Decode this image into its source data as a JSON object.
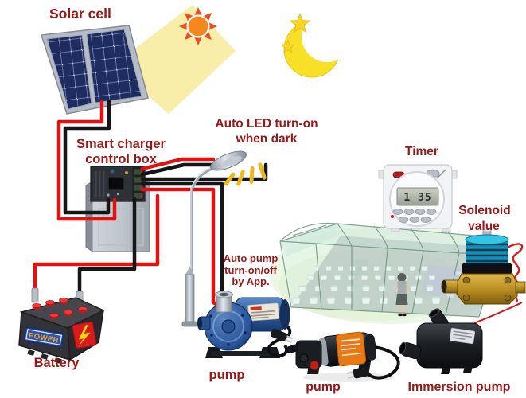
{
  "labels": {
    "solar_cell": "Solar cell",
    "smart_charger": [
      "Smart charger",
      "control box"
    ],
    "auto_led": [
      "Auto LED turn-on",
      "when dark"
    ],
    "timer": "Timer",
    "solenoid": [
      "Solenoid",
      "value"
    ],
    "auto_pump": [
      "Auto pump",
      "turn-on/off",
      "by App."
    ],
    "pump_centrifugal": "pump",
    "pump_diaphragm": "pump",
    "immersion_pump": "Immersion pump",
    "battery": "Battery"
  },
  "battery": {
    "brand_text": "POWER"
  },
  "timer": {
    "display": "1 35"
  },
  "colors": {
    "label_text": "#991717",
    "wire_red": "#e01212",
    "wire_black": "#161616",
    "panel_blue": "#1e2c60",
    "sun_orange": "#f6861e",
    "moon_yellow": "#f8e028",
    "brass": "#c89a2a",
    "greenhouse_green": "#cdeadd",
    "pump_blue": "#2e5a9e",
    "accent_orange": "#e87a16"
  }
}
